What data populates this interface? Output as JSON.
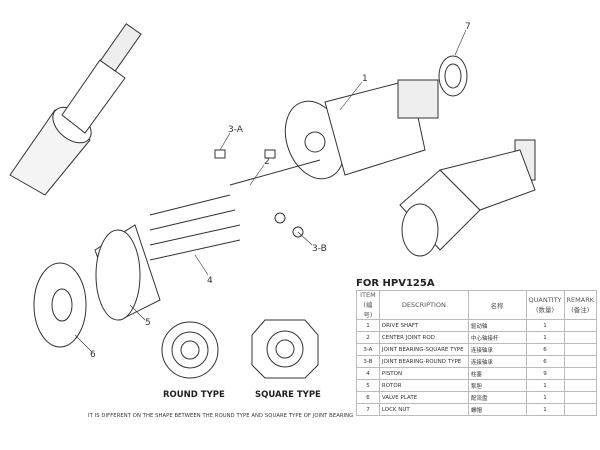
{
  "callouts": [
    "1",
    "2",
    "3-A",
    "3-B",
    "4",
    "5",
    "6",
    "7"
  ],
  "captions": {
    "round": "ROUND TYPE",
    "square": "SQUARE TYPE"
  },
  "note": "IT IS DIFFERENT ON THE SHAPE BETWEEN THE ROUND TYPE AND SQUARE TYPE OF JOINT BEARING",
  "table": {
    "title": "FOR HPV125A",
    "headers": {
      "item": "ITEM",
      "item_cn": "(编号)",
      "desc": "DESCRIPTION",
      "name": "名称",
      "qty": "QUANTITY",
      "qty_cn": "(数量)",
      "remark": "REMARK",
      "remark_cn": "(备注)"
    },
    "rows": [
      {
        "item": "1",
        "desc": "DRIVE SHAFT",
        "name": "驱动轴",
        "qty": "1"
      },
      {
        "item": "2",
        "desc": "CENTER JOINT ROD",
        "name": "中心轴接杆",
        "qty": "1"
      },
      {
        "item": "3-A",
        "desc": "JOINT BEARING-SQUARE TYPE",
        "name": "连接轴承",
        "qty": "6"
      },
      {
        "item": "3-B",
        "desc": "JOINT BEARING-ROUND TYPE",
        "name": "连接轴承",
        "qty": "6"
      },
      {
        "item": "4",
        "desc": "PISTON",
        "name": "柱塞",
        "qty": "9"
      },
      {
        "item": "5",
        "desc": "ROTOR",
        "name": "泵胆",
        "qty": "1"
      },
      {
        "item": "6",
        "desc": "VALVE PLATE",
        "name": "配流盘",
        "qty": "1"
      },
      {
        "item": "7",
        "desc": "LOCK NUT",
        "name": "螺帽",
        "qty": "1"
      }
    ]
  }
}
